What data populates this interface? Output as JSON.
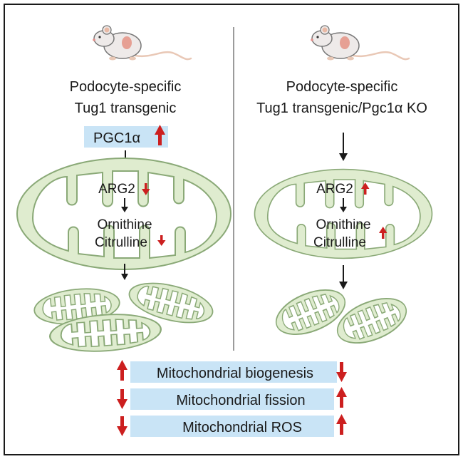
{
  "colors": {
    "mito_fill": "#dfeccf",
    "mito_stroke": "#8aa977",
    "highlight": "#c9e4f6",
    "up_arrow": "#cc1f1f",
    "down_arrow": "#cc1f1f",
    "divider": "#7a7a7a",
    "frame": "#1a1a1a"
  },
  "left": {
    "title_line1": "Podocyte-specific",
    "title_line2": "Tug1 transgenic",
    "pgc1a_label": "PGC1α",
    "pgc1a_change": "up",
    "arg2_label": "ARG2",
    "arg2_change": "down",
    "ornithine_label": "Ornithine",
    "citrulline_label": "Citrulline",
    "ornithine_citrulline_change": "down",
    "mouse_icon": "mouse-icon",
    "mitochondria_count": 3
  },
  "right": {
    "title_line1": "Podocyte-specific",
    "title_line2": "Tug1 transgenic/Pgc1α KO",
    "arg2_label": "ARG2",
    "arg2_change": "up",
    "ornithine_label": "Ornithine",
    "citrulline_label": "Citrulline",
    "ornithine_citrulline_change": "up",
    "mouse_icon": "mouse-icon",
    "mitochondria_count": 2
  },
  "summary": [
    {
      "label": "Mitochondrial biogenesis",
      "left_change": "up",
      "right_change": "down"
    },
    {
      "label": "Mitochondrial fission",
      "left_change": "down",
      "right_change": "up"
    },
    {
      "label": "Mitochondrial ROS",
      "left_change": "down",
      "right_change": "up"
    }
  ]
}
